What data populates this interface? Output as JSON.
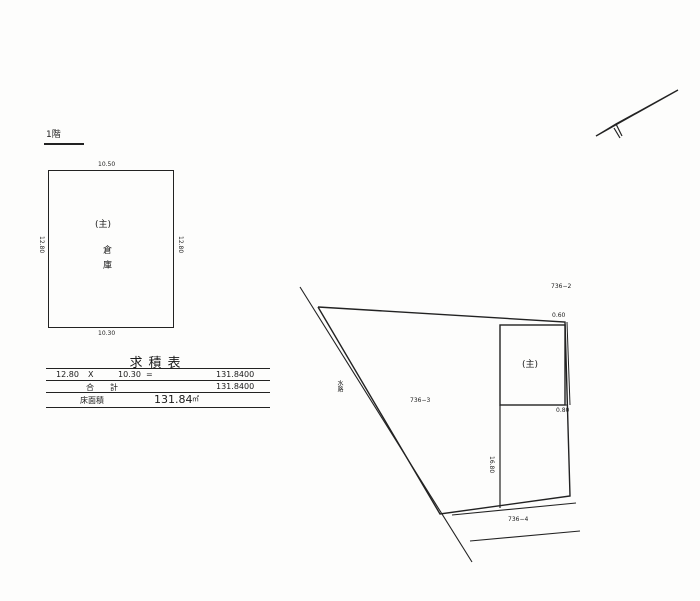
{
  "floor": {
    "label": "1階"
  },
  "building": {
    "top_dim": "10.50",
    "bottom_dim": "10.30",
    "left_dim": "12.80",
    "right_dim": "12.80",
    "mark": "(主)",
    "name_1": "倉",
    "name_2": "庫"
  },
  "area_table": {
    "title": "求積表",
    "calc_a": "12.80",
    "calc_op": "X",
    "calc_b": "10.30",
    "calc_eq": "=",
    "calc_result": "131.8400",
    "total_label": "合　　計",
    "total_value": "131.8400",
    "floor_area_label": "床面積",
    "floor_area_value": "131.84",
    "floor_area_unit": "㎡"
  },
  "site": {
    "lot_north": "736−2",
    "lot_main": "736−3",
    "lot_south": "736−4",
    "road_label": "水路",
    "bldg_mark": "(主)",
    "dim_top": "0.60",
    "dim_mid": "0.80",
    "dim_side": "16.80"
  },
  "north_arrow": {
    "icon": "north-arrow-icon"
  }
}
